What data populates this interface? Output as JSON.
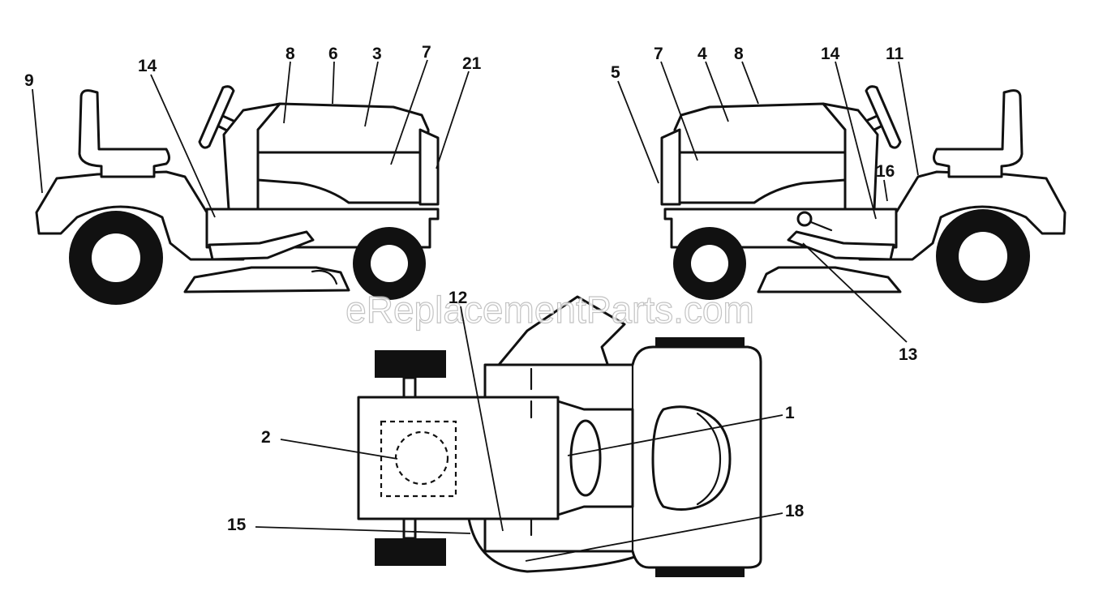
{
  "callouts": {
    "left_9": "9",
    "left_14": "14",
    "left_8": "8",
    "left_6": "6",
    "left_3": "3",
    "left_7": "7",
    "left_21": "21",
    "right_5": "5",
    "right_7": "7",
    "right_4": "4",
    "right_8": "8",
    "right_14": "14",
    "right_11": "11",
    "right_16": "16",
    "right_13": "13",
    "top_12": "12",
    "top_2": "2",
    "top_1": "1",
    "top_15": "15",
    "top_18": "18"
  },
  "watermark": "eReplacementParts.com",
  "colors": {
    "line": "#111111",
    "background": "#ffffff",
    "watermark_stroke": "#b9b9b9"
  }
}
